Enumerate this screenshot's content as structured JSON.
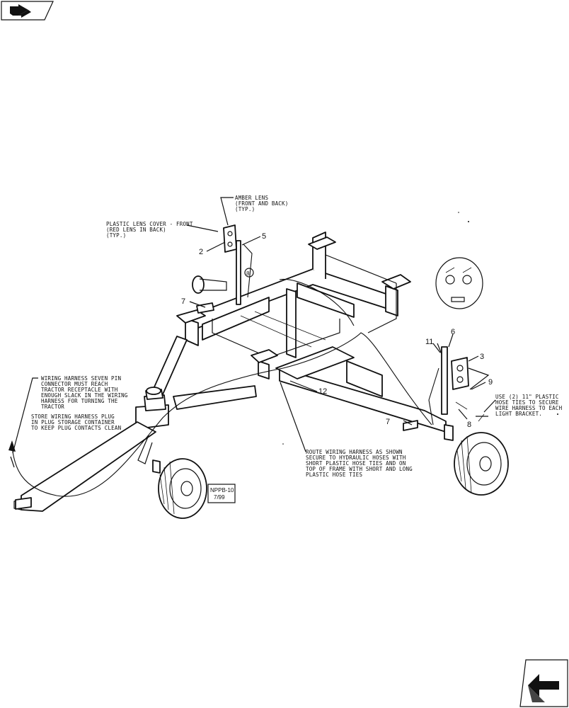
{
  "callouts": {
    "amber_lens": [
      "AMBER LENS",
      "(FRONT AND BACK)",
      "(TYP.)"
    ],
    "plastic_lens_cover": [
      "PLASTIC LENS COVER - FRONT",
      "(RED LENS IN BACK)",
      "(TYP.)"
    ],
    "wiring_harness_connector": [
      "WIRING HARNESS SEVEN PIN",
      "CONNECTOR MUST REACH",
      "TRACTOR RECEPTACLE WITH",
      "ENOUGH SLACK IN THE WIRING",
      "HARNESS FOR TURNING THE",
      "TRACTOR"
    ],
    "store_plug": [
      "STORE WIRING HARNESS PLUG",
      "IN PLUG STORAGE CONTAINER",
      "TO KEEP PLUG CONTACTS CLEAN"
    ],
    "route_harness": [
      "ROUTE WIRING HARNESS AS SHOWN",
      "SECURE TO HYDRAULIC HOSES WITH",
      "SHORT PLASTIC HOSE TIES AND ON",
      "TOP OF FRAME WITH SHORT AND LONG",
      "PLASTIC HOSE TIES"
    ],
    "use_hose_ties": [
      "USE (2) 11\" PLASTIC",
      "HOSE TIES TO SECURE",
      "WIRE HARNESS TO EACH",
      "LIGHT BRACKET."
    ]
  },
  "item_numbers": {
    "n2": "2",
    "n3": "3",
    "n5": "5",
    "n6": "6",
    "n7a": "7",
    "n7b": "7",
    "n8": "8",
    "n9": "9",
    "n11": "11",
    "n12": "12",
    "n8_circle": "8"
  },
  "stamp": {
    "line1": "NPPB-10",
    "line2": "7/99"
  },
  "icons": {
    "top_left": "book-arrow-icon",
    "bottom_right": "next-page-arrow-icon"
  }
}
